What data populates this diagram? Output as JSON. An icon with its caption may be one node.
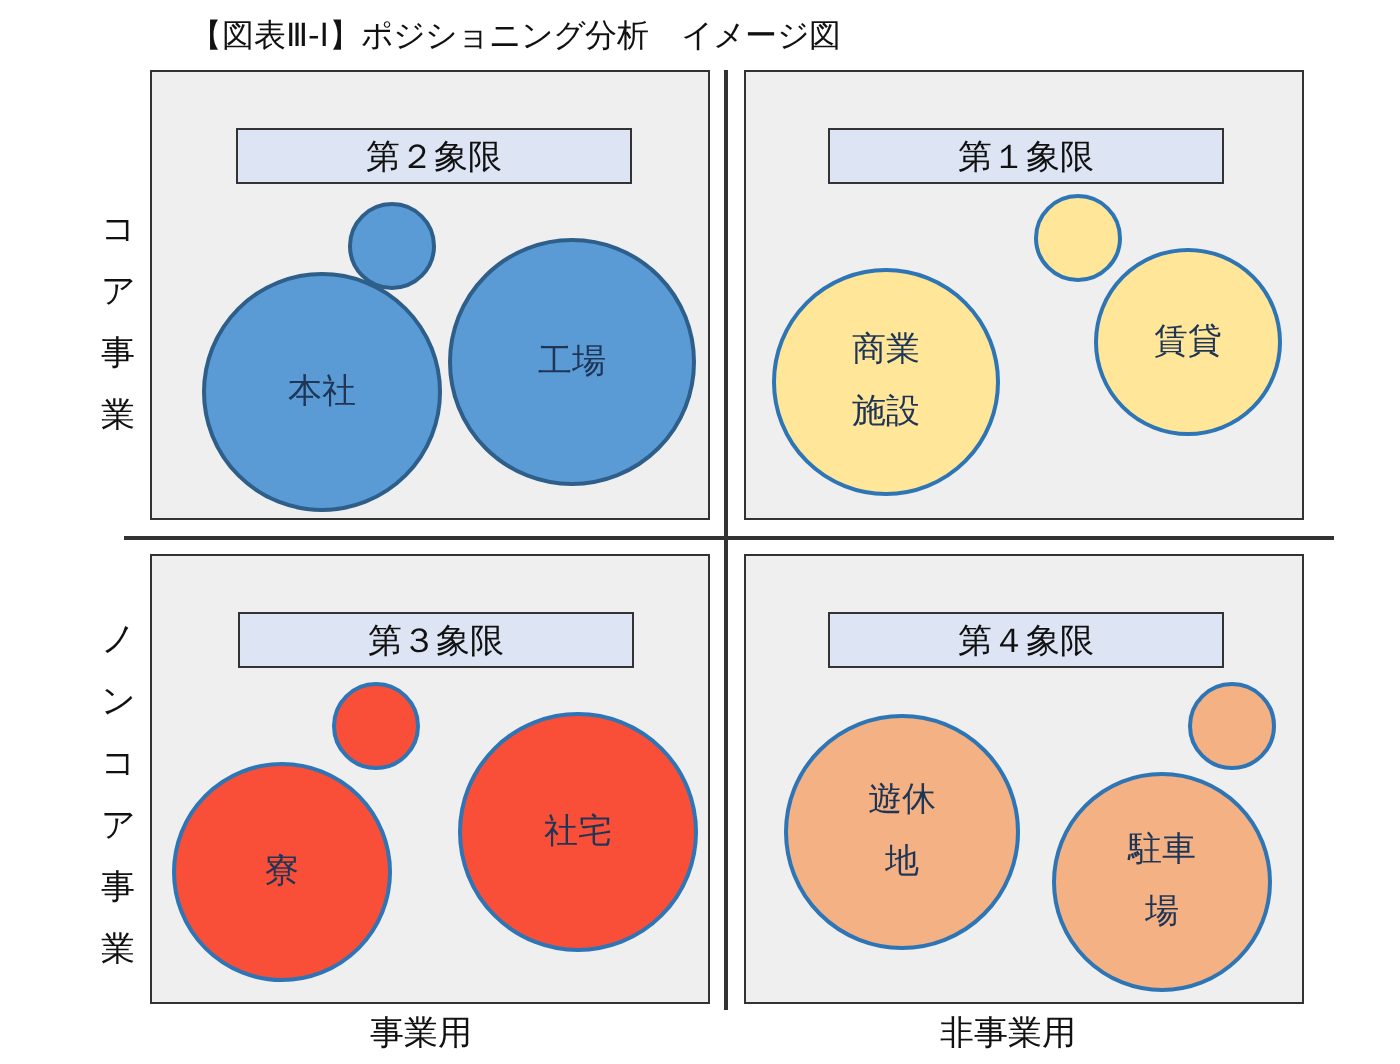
{
  "diagram": {
    "title": "【図表Ⅲ-Ⅰ】ポジショニング分析　イメージ図",
    "nodes": [
      {
        "text": [],
        "shape": "box"
      },
      {
        "text": [
          "第２象限"
        ],
        "in": 0
      },
      {
        "text": [],
        "shape": "circle",
        "in": 0
      },
      {
        "text": [
          "本社"
        ],
        "in": 0
      },
      {
        "text": [
          "工場"
        ],
        "in": 0
      },
      {
        "text": [],
        "shape": "box"
      },
      {
        "text": [
          "第１象限"
        ],
        "in": 5
      },
      {
        "text": [],
        "shape": "circle",
        "in": 5
      },
      {
        "text": [
          "商業施設"
        ],
        "in": 5
      },
      {
        "text": [
          "賃貸"
        ],
        "in": 5
      },
      {
        "text": [],
        "shape": "box"
      },
      {
        "text": [
          "第３象限"
        ],
        "in": 10
      },
      {
        "text": [],
        "shape": "circle",
        "in": 10
      },
      {
        "text": [
          "寮"
        ],
        "in": 10
      },
      {
        "text": [
          "社宅"
        ],
        "in": 10
      },
      {
        "text": [],
        "shape": "box"
      },
      {
        "text": [
          "第４象限"
        ],
        "in": 15
      },
      {
        "text": [],
        "shape": "circle",
        "in": 15
      },
      {
        "text": [
          "遊休地"
        ],
        "in": 15
      },
      {
        "text": [
          "駐車場"
        ],
        "in": 15
      }
    ],
    "labels": [
      "コア事業",
      "ノンコア事業",
      "事業用",
      "非事業用"
    ]
  }
}
